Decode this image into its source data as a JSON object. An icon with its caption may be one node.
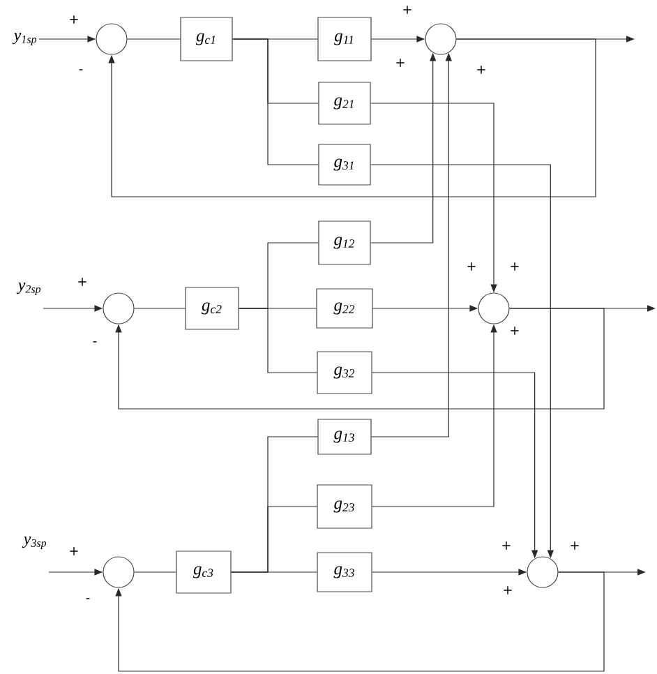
{
  "diagram": {
    "nodes": [
      {
        "text": [
          "y$_{1sp}$"
        ]
      },
      {
        "text": [],
        "shape": "circle"
      },
      {
        "text": [
          "g$_{c1}$"
        ]
      },
      {
        "text": [
          "g$_{11}$"
        ]
      },
      {
        "text": [],
        "shape": "circle"
      },
      {
        "text": [
          "g$_{21}$"
        ]
      },
      {
        "text": [
          "g$_{31}$"
        ]
      },
      {
        "text": [
          "g$_{12}$"
        ]
      },
      {
        "text": [
          "y$_{2sp}$"
        ]
      },
      {
        "text": [],
        "shape": "circle"
      },
      {
        "text": [
          "g$_{c2}$"
        ]
      },
      {
        "text": [
          "g$_{22}$"
        ]
      },
      {
        "text": [],
        "shape": "circle"
      },
      {
        "text": [
          "g$_{32}$"
        ]
      },
      {
        "text": [
          "g$_{13}$"
        ]
      },
      {
        "text": [
          "g$_{23}$"
        ]
      },
      {
        "text": [
          "y$_{3sp}$"
        ]
      },
      {
        "text": [],
        "shape": "circle"
      },
      {
        "text": [
          "g$_{c3}$"
        ]
      },
      {
        "text": [
          "g$_{33}$"
        ]
      },
      {
        "text": [],
        "shape": "circle"
      }
    ],
    "edges": [
      {
        "from": 0,
        "to": 1,
        "arrow": "to"
      },
      {
        "from": 1,
        "to": 2,
        "arrow": "none"
      },
      {
        "from": 2,
        "to": 3,
        "arrow": "none"
      },
      {
        "from": 2,
        "to": 5,
        "arrow": "none"
      },
      {
        "from": 2,
        "to": 6,
        "arrow": "none"
      },
      {
        "from": 3,
        "to": 4,
        "arrow": "to"
      },
      {
        "from": 5,
        "to": 12,
        "arrow": "to"
      },
      {
        "from": 6,
        "to": 20,
        "arrow": "to"
      },
      {
        "from": 4,
        "to": null,
        "arrow": "to"
      },
      {
        "from": 4,
        "to": 1,
        "arrow": "to"
      },
      {
        "from": 8,
        "to": 9,
        "arrow": "to"
      },
      {
        "from": 9,
        "to": 10,
        "arrow": "none"
      },
      {
        "from": 10,
        "to": 7,
        "arrow": "none"
      },
      {
        "from": 10,
        "to": 11,
        "arrow": "none"
      },
      {
        "from": 10,
        "to": 13,
        "arrow": "none"
      },
      {
        "from": 7,
        "to": 4,
        "arrow": "to"
      },
      {
        "from": 11,
        "to": 12,
        "arrow": "to"
      },
      {
        "from": 13,
        "to": 20,
        "arrow": "to"
      },
      {
        "from": 12,
        "to": null,
        "arrow": "to"
      },
      {
        "from": 12,
        "to": 9,
        "arrow": "to"
      },
      {
        "from": 16,
        "to": 17,
        "arrow": "to"
      },
      {
        "from": 17,
        "to": 18,
        "arrow": "none"
      },
      {
        "from": 18,
        "to": 14,
        "arrow": "none"
      },
      {
        "from": 18,
        "to": 15,
        "arrow": "none"
      },
      {
        "from": 18,
        "to": 19,
        "arrow": "none"
      },
      {
        "from": 14,
        "to": 4,
        "arrow": "to"
      },
      {
        "from": 15,
        "to": 12,
        "arrow": "to"
      },
      {
        "from": 19,
        "to": 20,
        "arrow": "to"
      },
      {
        "from": 20,
        "to": null,
        "arrow": "to"
      },
      {
        "from": 20,
        "to": 17,
        "arrow": "to"
      }
    ],
    "labels": [
      "+",
      "+",
      "+",
      "+",
      "-",
      "+",
      "+",
      "+",
      "+",
      "-",
      "+",
      "+",
      "+",
      "+",
      "-"
    ]
  }
}
